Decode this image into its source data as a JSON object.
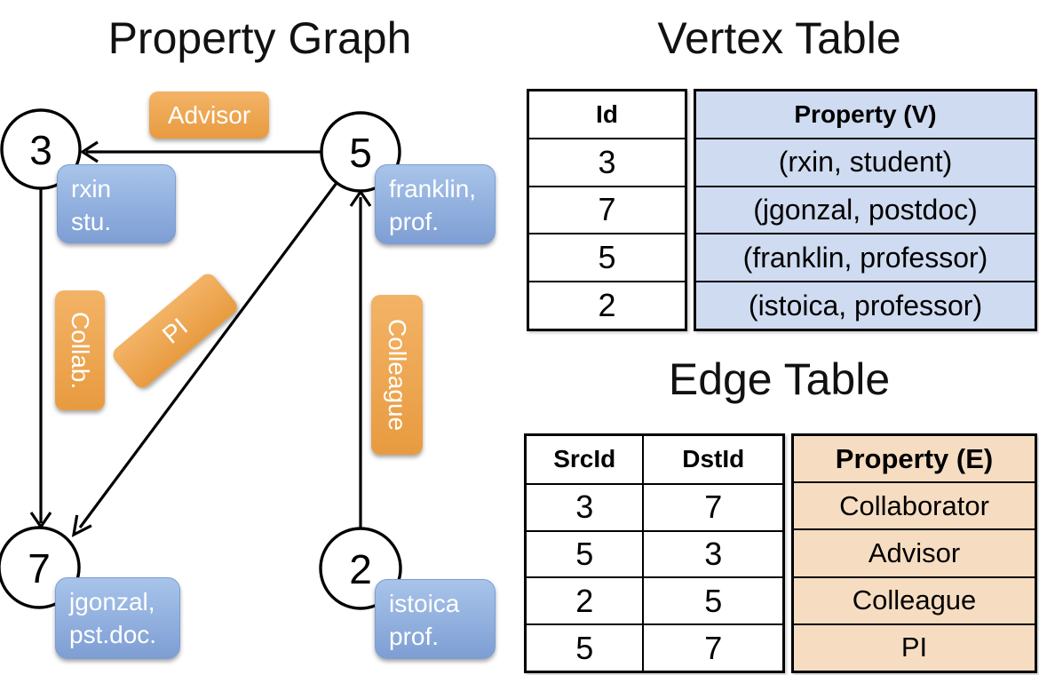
{
  "graph": {
    "title": "Property Graph",
    "nodes": [
      {
        "id": "3",
        "property_lines": [
          "rxin",
          "stu."
        ]
      },
      {
        "id": "5",
        "property_lines": [
          "franklin,",
          "prof."
        ]
      },
      {
        "id": "7",
        "property_lines": [
          "jgonzal,",
          "pst.doc."
        ]
      },
      {
        "id": "2",
        "property_lines": [
          "istoica",
          "prof."
        ]
      }
    ],
    "edge_labels": {
      "advisor": "Advisor",
      "collab": "Collab.",
      "pi": "PI",
      "colleague": "Colleague"
    },
    "edges": [
      {
        "from": "5",
        "to": "3",
        "label": "Advisor"
      },
      {
        "from": "3",
        "to": "7",
        "label": "Collab."
      },
      {
        "from": "5",
        "to": "7",
        "label": "PI"
      },
      {
        "from": "2",
        "to": "5",
        "label": "Colleague"
      }
    ]
  },
  "vertex_table": {
    "title": "Vertex Table",
    "columns": {
      "id": "Id",
      "property": "Property (V)"
    },
    "rows": [
      {
        "id": "3",
        "property": "(rxin, student)"
      },
      {
        "id": "7",
        "property": "(jgonzal, postdoc)"
      },
      {
        "id": "5",
        "property": "(franklin, professor)"
      },
      {
        "id": "2",
        "property": "(istoica, professor)"
      }
    ]
  },
  "edge_table": {
    "title": "Edge Table",
    "columns": {
      "src": "SrcId",
      "dst": "DstId",
      "property": "Property (E)"
    },
    "rows": [
      {
        "src": "3",
        "dst": "7",
        "property": "Collaborator"
      },
      {
        "src": "5",
        "dst": "3",
        "property": "Advisor"
      },
      {
        "src": "2",
        "dst": "5",
        "property": "Colleague"
      },
      {
        "src": "5",
        "dst": "7",
        "property": "PI"
      }
    ]
  },
  "colors": {
    "edge_label_box_top": "#f3b366",
    "edge_label_box_bottom": "#e89b40",
    "node_label_box_top": "#a8c4ea",
    "node_label_box_bottom": "#7e9ed4",
    "node_label_box_border": "#7b9dd4",
    "vertex_property_bg": "#cfdbf0",
    "edge_property_bg": "#f6ddc2",
    "line_color": "#000000"
  }
}
